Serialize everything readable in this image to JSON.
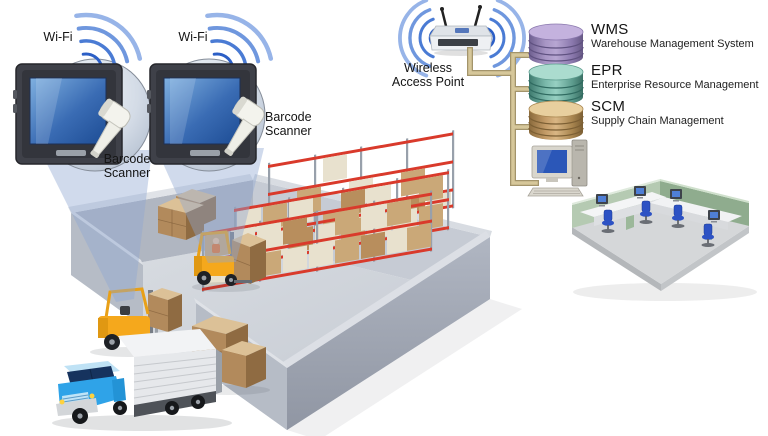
{
  "labels": {
    "wifi_left": "Wi-Fi",
    "wifi_right": "Wi-Fi",
    "barcode_scanner_left": {
      "line1": "Barcode",
      "line2": "Scanner"
    },
    "barcode_scanner_right": {
      "line1": "Barcode",
      "line2": "Scanner"
    },
    "access_point": {
      "line1": "Wireless",
      "line2": "Access Point"
    }
  },
  "systems": [
    {
      "acronym": "WMS",
      "name": "Warehouse Management System",
      "cylinder_color": "#9c87bd"
    },
    {
      "acronym": "EPR",
      "name": "Enterprise Resource Management",
      "cylinder_color": "#5ba596"
    },
    {
      "acronym": "SCM",
      "name": "Supply Chain Management",
      "cylinder_color": "#c59a63"
    }
  ],
  "colors": {
    "wifi_arc": "#3d6fd2",
    "scan_beam": "#8fa8d2",
    "connector_line": "#d6c79a",
    "rack_beam": "#d93a2b",
    "forklift": "#f5a81c",
    "truck_cab": "#2fa3e8",
    "office_wall": "#a9c4a6",
    "office_chair": "#2d52c4"
  },
  "icons": {
    "terminal": "handheld-terminal-icon",
    "scanner": "barcode-scanner-icon",
    "wifi": "wifi-arcs-icon",
    "router": "wireless-access-point-icon",
    "database": "database-cylinder-icon",
    "computer": "desktop-computer-icon",
    "warehouse": "warehouse-isometric-icon",
    "forklift": "forklift-icon",
    "truck": "delivery-truck-icon",
    "office": "office-room-icon"
  }
}
